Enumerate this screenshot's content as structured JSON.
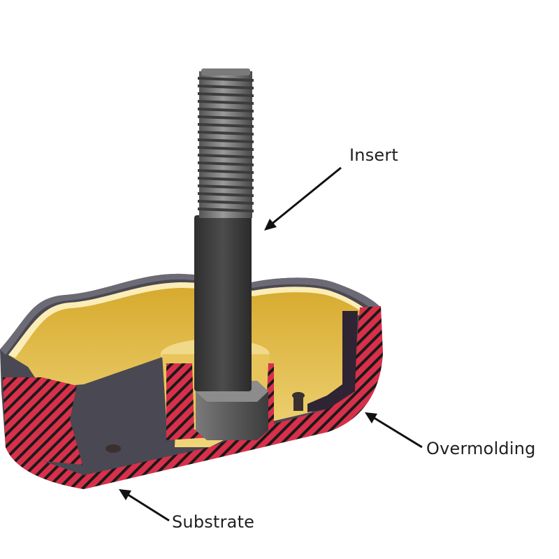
{
  "labels": {
    "insert": "Insert",
    "overmolding": "Overmolding",
    "substrate": "Substrate"
  },
  "colors": {
    "background": "#ffffff",
    "overmold_shell": "#4a4852",
    "overmold_top": "#6c6a74",
    "substrate_section": "#d8304a",
    "hatch": "#1a1a1a",
    "cavity_yellow": "#e0b63a",
    "cavity_light": "#f1d98a",
    "cavity_rim": "#fbedb8",
    "insert_metal": "#3a3a3a",
    "thread_light": "#8a8a8a",
    "arrow": "#111111"
  },
  "icons": {
    "insert_arrow": "arrow-icon",
    "overmolding_arrow": "arrow-icon",
    "substrate_arrow": "arrow-icon"
  }
}
